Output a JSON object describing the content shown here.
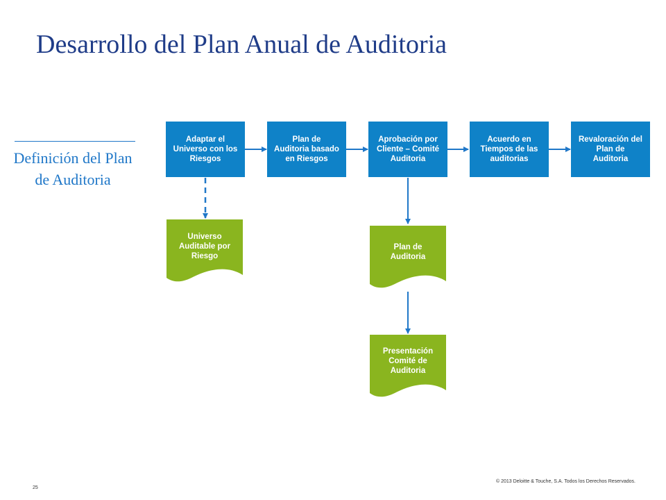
{
  "title": "Desarrollo del Plan Anual de Auditoria",
  "side_label": "Definición del Plan de Auditoria",
  "process_steps": [
    "Adaptar el Universo con los Riesgos",
    "Plan de Auditoria basado en Riesgos",
    "Aprobación por Cliente – Comité Auditoria",
    "Acuerdo en Tiempos de las auditorias",
    "Revaloración del Plan de Auditoria"
  ],
  "documents": {
    "universo": "Universo Auditable por Riesgo",
    "plan": "Plan de Auditoria",
    "presentacion": "Presentación Comité de Auditoria"
  },
  "colors": {
    "title": "#1f3c88",
    "accent": "#1f77c8",
    "process_box": "#0f82c8",
    "document": "#8ab51f"
  },
  "footer": {
    "page_number": "25",
    "copyright": "© 2013 Deloitte & Touche, S.A. Todos los Derechos Reservados."
  }
}
